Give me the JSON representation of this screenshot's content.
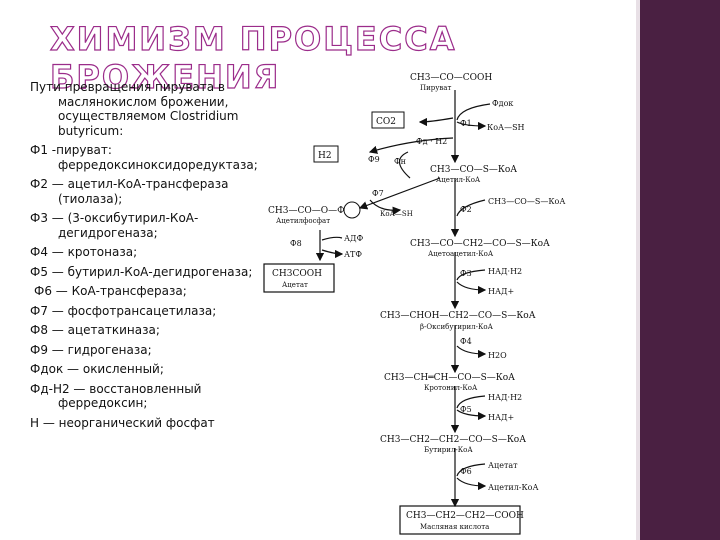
{
  "title": "ХИМИЗМ ПРОЦЕССА БРОЖЕНИЯ",
  "body": [
    "Пути превращения пирувата в маслянокислом брожении, осуществляемом Clostridium butyricum:",
    "Ф1 -пируват: ферредоксиноксидоредуктаза;",
    "Ф2 — ацетил-КоА-трансфераза (тиолаза);",
    "Ф3 — (3-оксибутирил-КоА-дегидрогеназа;",
    "Ф4 — кротоназа;",
    "Ф5 — бутирил-КоА-дегидрогеназа;",
    "Ф6 — КоА-трансфераза;",
    "Ф7 — фосфотрансацетилаза;",
    "Ф8 — ацетаткиназа;",
    "Ф9 — гидрогеназа;",
    "Фдок — окисленный;",
    "Фд-Н2 — восстановленный ферредоксин;",
    "Н — неорганический фосфат"
  ],
  "scheme": {
    "pyruvate_formula": "CH3—CO—COOH",
    "pyruvate_label": "Пируват",
    "fd_ox": "Фдок",
    "f1": "Ф1",
    "coa_sh": "КоА—SH",
    "co2": "CO2",
    "fd_h2": "Фд · Н2",
    "h2": "H2",
    "f9": "Ф9",
    "fn": "Фн",
    "acetyl_coa_formula": "CH3—CO—S—КоА",
    "acetyl_coa_label": "Ацетил-КоА",
    "f7": "Ф7",
    "coa_sh2": "КоА—SH",
    "acetylphosphate_formula": "CH3—CO—O—Ф",
    "acetylphosphate_label": "Ацетилфосфат",
    "f8": "Ф8",
    "adp": "АДФ",
    "atp": "АТФ",
    "acetate_formula": "CH3COOH",
    "acetate_label": "Ацетат",
    "f2": "Ф2",
    "acetyl_coa_2": "CH3—CO—S—КоА",
    "acetoacetyl_formula": "CH3—CO—CH2—CO—S—КоА",
    "acetoacetyl_label": "Ацетоацетил-КоА",
    "f3": "Ф3",
    "nadh": "НАД·Н2",
    "nad": "НАД+",
    "hydroxybutyryl_formula": "CH3—CHOH—CH2—CO—S—КоА",
    "hydroxybutyryl_label": "β-Оксибутирил-КоА",
    "f4": "Ф4",
    "h2o": "Н2О",
    "crotonyl_formula": "CH3—CH═CH—CO—S—КоА",
    "crotonyl_label": "Кротонил-КоА",
    "nadh2": "НАД·Н2",
    "nad2": "НАД+",
    "f5": "Ф5",
    "butyryl_formula": "CH3—CH2—CH2—CO—S—КоА",
    "butyryl_label": "Бутирил-КоА",
    "f6": "Ф6",
    "acetate_in": "Ацетат",
    "acetyl_coa_out": "Ацетил-КоА",
    "butyrate_formula": "CH3—CH2—CH2—COOH",
    "butyrate_label": "Масляная кислота"
  },
  "colors": {
    "title_outline": "#9b2c8a",
    "sidebar": "#4a2042"
  }
}
